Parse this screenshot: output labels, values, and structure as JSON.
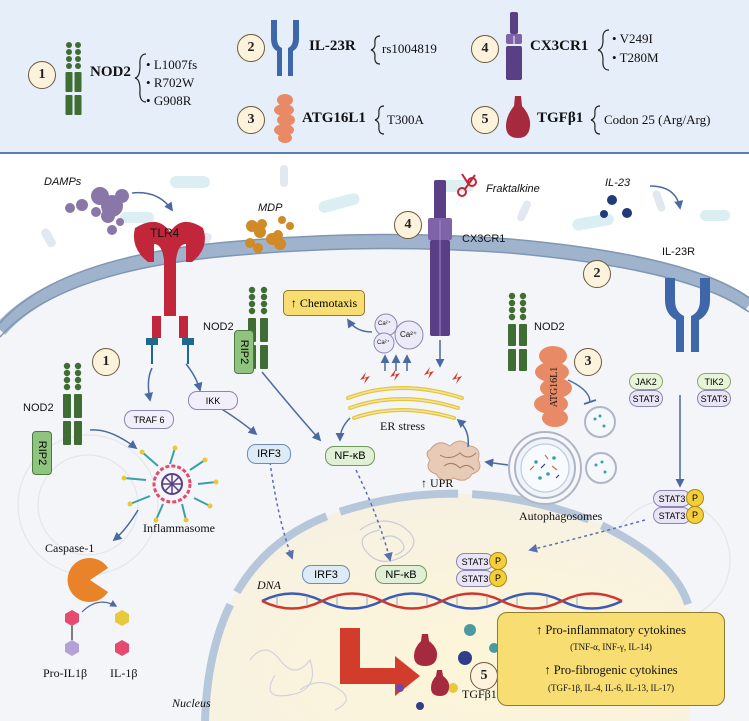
{
  "legend": {
    "items": [
      {
        "num": "1",
        "gene": "NOD2",
        "variants": [
          "L1007fs",
          "R702W",
          "G908R"
        ]
      },
      {
        "num": "2",
        "gene": "IL-23R",
        "variants": [
          "rs1004819"
        ]
      },
      {
        "num": "3",
        "gene": "ATG16L1",
        "variants": [
          "T300A"
        ]
      },
      {
        "num": "4",
        "gene": "CX3CR1",
        "variants": [
          "V249I",
          "T280M"
        ]
      },
      {
        "num": "5",
        "gene": "TGFβ1",
        "variants": [
          "Codon 25 (Arg/Arg)"
        ]
      }
    ]
  },
  "diagram": {
    "ligands": {
      "damps": "DAMPs",
      "mdp": "MDP",
      "fraktalkine": "Fraktalkine",
      "il23": "IL-23"
    },
    "receptors": {
      "tlr4": "TLR4",
      "nod2_left": "NOD2",
      "nod2_mid": "NOD2",
      "nod2_right": "NOD2",
      "cx3cr1": "CX3CR1",
      "il23r": "IL-23R",
      "atg16l1": "ATG16L1"
    },
    "markers": {
      "m1": "1",
      "m2": "2",
      "m3": "3",
      "m4": "4",
      "m5": "5"
    },
    "adapters": {
      "rip2_left": "RIP2",
      "rip2_mid": "RIP2",
      "ikk": "IKK",
      "traf6": "TRAF 6",
      "jak2": "JAK2",
      "tik2": "TIK2",
      "stat3": "STAT3",
      "p": "P"
    },
    "chemotaxis": "↑ Chemotaxis",
    "calcium": [
      "Ca²⁺",
      "Ca²⁺",
      "Ca²⁺"
    ],
    "er_stress": "ER stress",
    "upr": "↑ UPR",
    "autophagosomes": "Autophagosomes",
    "irf3": "IRF3",
    "nfkb": "NF-κB",
    "inflammasome": "Inflammasome",
    "caspase": "Caspase-1",
    "pro_il1b": "Pro-IL1β",
    "il1b": "IL-1β",
    "dna": "DNA",
    "nucleus": "Nucleus",
    "tgfb1": "TGFβ1"
  },
  "cytokines": {
    "pro_inflammatory": "↑ Pro-inflammatory cytokines",
    "pro_inflammatory_list": "(TNF-α, INF-γ, IL-14)",
    "pro_fibrogenic": "↑ Pro-fibrogenic cytokines",
    "pro_fibrogenic_list": "(TGF-1β, IL-4,  IL-6,  IL-13, IL-17)"
  },
  "colors": {
    "legend_bg": "#e6eef9",
    "nod2": "#3f6d34",
    "il23r": "#3d67a8",
    "cx3cr1": "#5a3e86",
    "atg16l1": "#e98a66",
    "tgfb1": "#a52a3e",
    "tlr4": "#c2263a",
    "cyto_box": "#f8dd72"
  }
}
